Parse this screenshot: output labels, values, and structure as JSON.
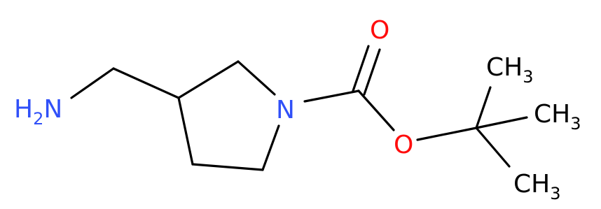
{
  "molecule": {
    "atoms": {
      "amine": {
        "text": "H",
        "sub": "2",
        "tail": "N",
        "color": "#3050F8"
      },
      "ring_n": {
        "text": "N",
        "color": "#3050F8"
      },
      "carbonyl_o": {
        "text": "O",
        "color": "#FF0D0D"
      },
      "ester_o": {
        "text": "O",
        "color": "#FF0D0D"
      },
      "methyl_top": {
        "text": "CH",
        "sub": "3",
        "color": "#000000"
      },
      "methyl_right": {
        "text": "CH",
        "sub": "3",
        "color": "#000000"
      },
      "methyl_bottom": {
        "text": "CH",
        "sub": "3",
        "color": "#000000"
      }
    }
  }
}
